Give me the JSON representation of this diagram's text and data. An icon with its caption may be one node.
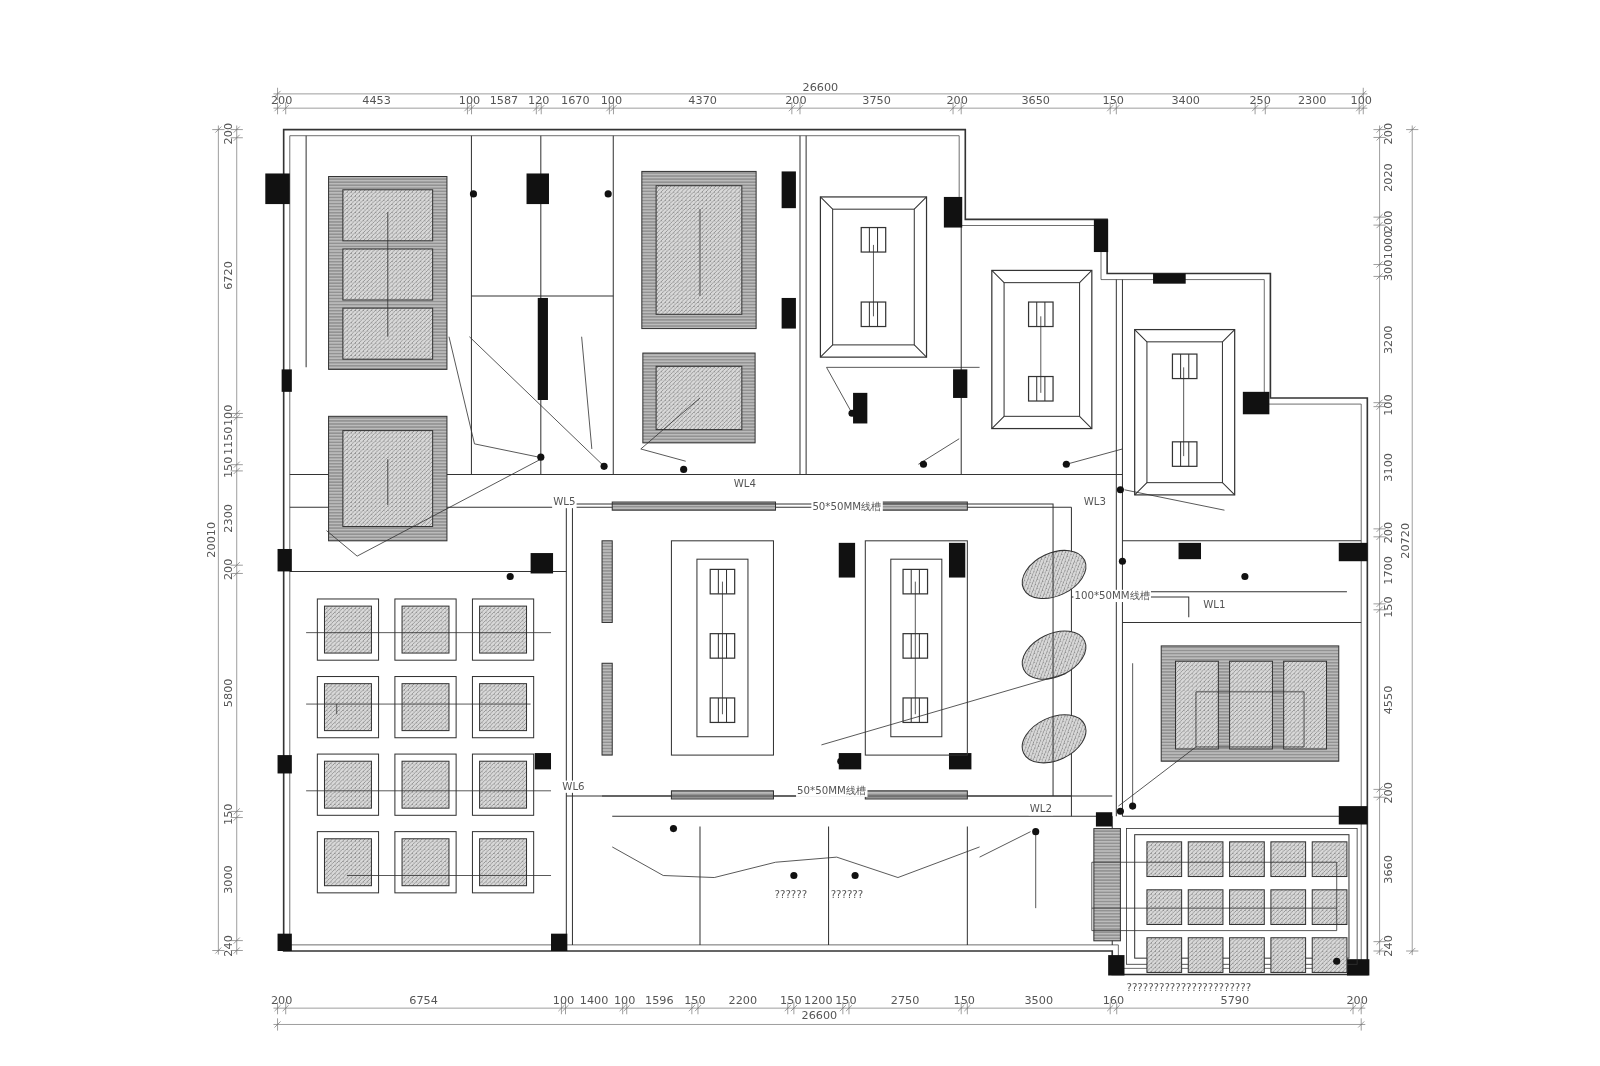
{
  "diagram": {
    "labels": [
      "26600",
      "200",
      "4453",
      "100",
      "1587",
      "120",
      "1670",
      "100",
      "4370",
      "200",
      "3750",
      "200",
      "3650",
      "150",
      "3400",
      "250",
      "2300",
      "100",
      "20010",
      "200",
      "6720",
      "100",
      "1150",
      "150",
      "2300",
      "200",
      "5800",
      "150",
      "3000",
      "240",
      "20720",
      "200",
      "2020",
      "200",
      "1000",
      "300",
      "3200",
      "100",
      "3100",
      "200",
      "1700",
      "150",
      "4550",
      "200",
      "3660",
      "240",
      "WL4",
      "WL5",
      "50*50MM线槽",
      "WL3",
      "100*50MM线槽",
      "WL1",
      "WL6",
      "50*50MM线槽",
      "WL2",
      "??????",
      "??????",
      "???????????????????????",
      "200",
      "6754",
      "100",
      "1400",
      "100",
      "1596",
      "150",
      "2200",
      "150",
      "1200",
      "150",
      "2750",
      "150",
      "3500",
      "160",
      "5790",
      "200",
      "26600"
    ]
  }
}
